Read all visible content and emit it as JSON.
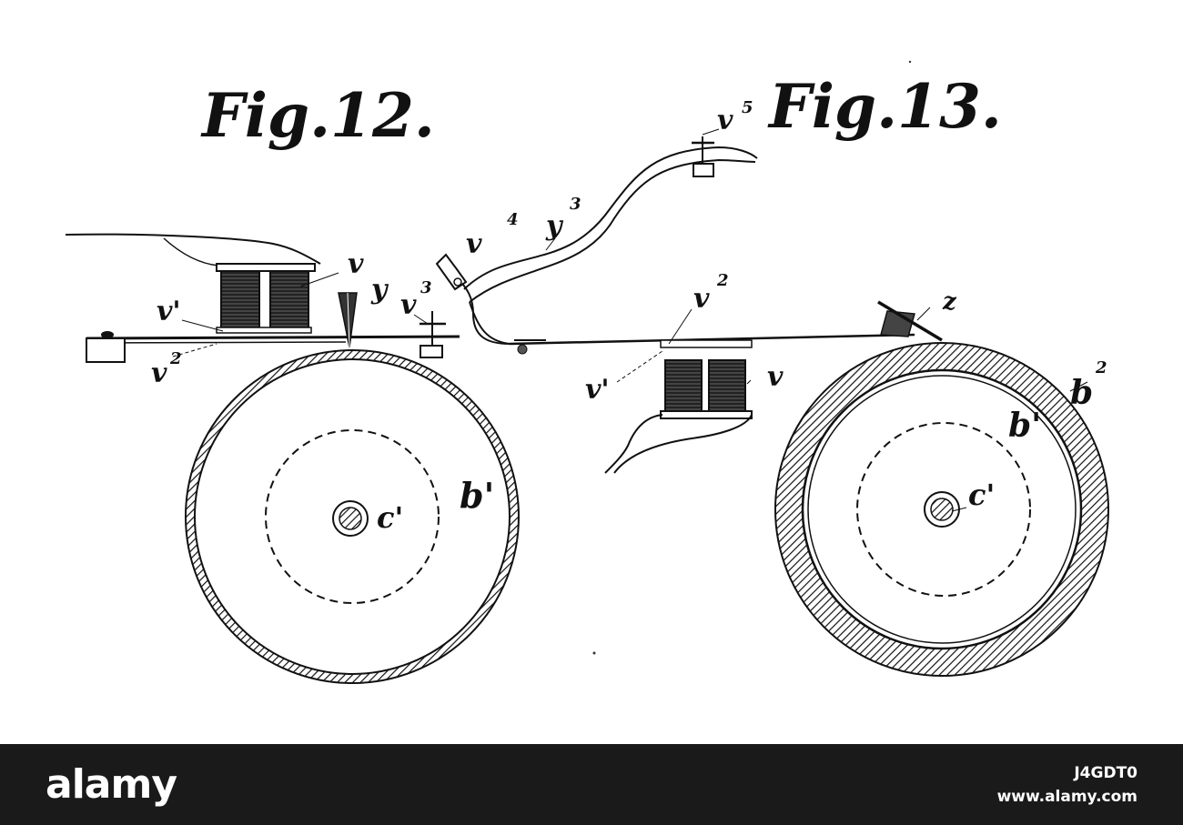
{
  "figures": {
    "fig12": "Fig.12.",
    "fig13": "Fig.13."
  },
  "labels": {
    "fig12": {
      "v": "v",
      "v1": "v'",
      "v2": "v",
      "v2_sup": "2",
      "y": "y",
      "v3": "v",
      "v3_sup": "3",
      "b1": "b'",
      "c1": "c'"
    },
    "fig13": {
      "v4": "v",
      "v4_sup": "4",
      "y3": "y",
      "y3_sup": "3",
      "v5": "v",
      "v5_sup": "5",
      "v2": "v",
      "v2_sup": "2",
      "v1": "v'",
      "v": "v",
      "z": "z",
      "b2": "b",
      "b2_sup": "2",
      "b1": "b'",
      "c1": "c'"
    }
  },
  "watermark": {
    "brand": "alamy",
    "image_id": "J4GDT0",
    "url": "www.alamy.com"
  }
}
